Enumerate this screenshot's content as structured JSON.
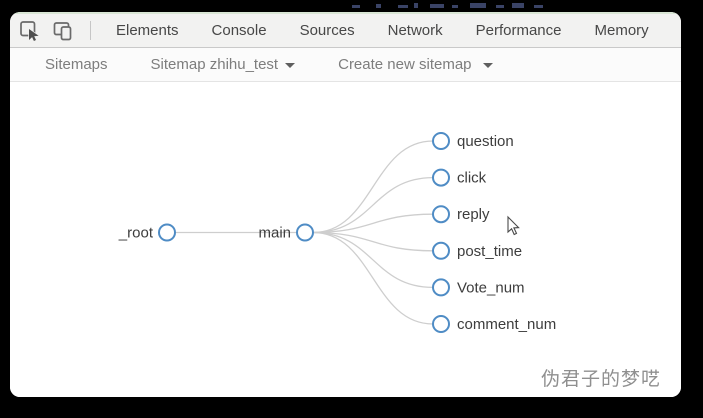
{
  "devtools": {
    "tabs": [
      "Elements",
      "Console",
      "Sources",
      "Network",
      "Performance",
      "Memory"
    ]
  },
  "toolbar": {
    "sitemaps_label": "Sitemaps",
    "sitemap_select_label": "Sitemap zhihu_test",
    "create_new_label": "Create new sitemap"
  },
  "sitemap_graph": {
    "type": "tree",
    "root": "_root",
    "parent": "main",
    "children": [
      "question",
      "click",
      "reply",
      "post_time",
      "Vote_num",
      "comment_num"
    ]
  },
  "watermark": "伪君子的梦呓",
  "icons": {
    "inspect": "inspect-element-icon",
    "device": "device-toolbar-icon",
    "dropdown": "caret-down-icon",
    "cursor": "mouse-cursor-icon"
  },
  "colors": {
    "node_stroke": "#4f8cc5",
    "node_fill": "#ffffff",
    "link": "#cecece",
    "label": "#3d3d3d"
  }
}
